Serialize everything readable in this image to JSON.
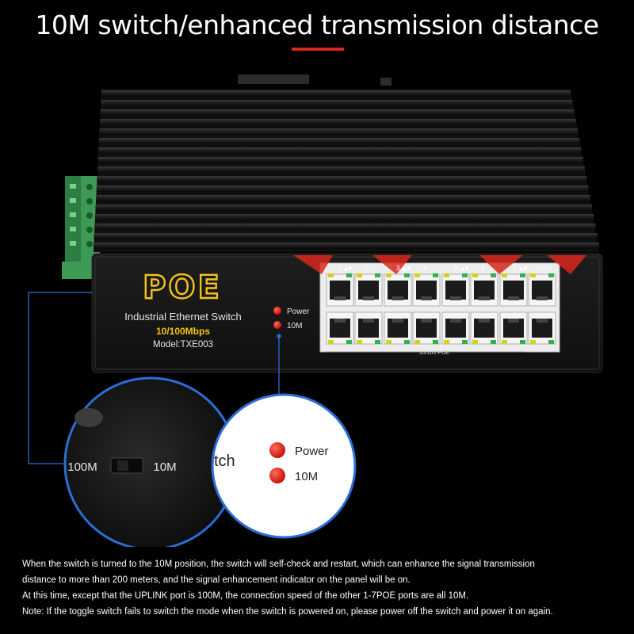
{
  "headline": "10M switch/enhanced transmission distance",
  "device": {
    "brand": "POE",
    "product": "Industrial Ethernet Switch",
    "speed": "10/100Mbps",
    "model": "Model:TXE003",
    "led_power": "Power",
    "led_10m": "10M",
    "port_labels": [
      "1",
      "2",
      "3",
      "4",
      "5",
      "6",
      "7",
      "Uplink"
    ],
    "port_group_label": "10/100 POE"
  },
  "zoom_left": {
    "label_left": "100M",
    "label_right": "10M"
  },
  "zoom_right": {
    "partial_text": "tch",
    "power": "Power",
    "tenm": "10M"
  },
  "caption": [
    "When the switch is turned to the 10M position, the switch will self-check and restart, which can enhance the signal transmission",
    "distance to more than 200 meters, and the signal enhancement indicator on the panel will be on.",
    "At this time, except that the UPLINK port is 100M, the connection speed of the other 1-7POE ports are all 10M.",
    "Note: If the toggle switch fails to switch the mode when the switch is powered on, please power off the switch and power it on again."
  ],
  "colors": {
    "accent_red": "#d8261c",
    "led_red": "#e51b12",
    "poe_yellow": "#f4c21e",
    "callout_blue": "#2a6fd6"
  }
}
